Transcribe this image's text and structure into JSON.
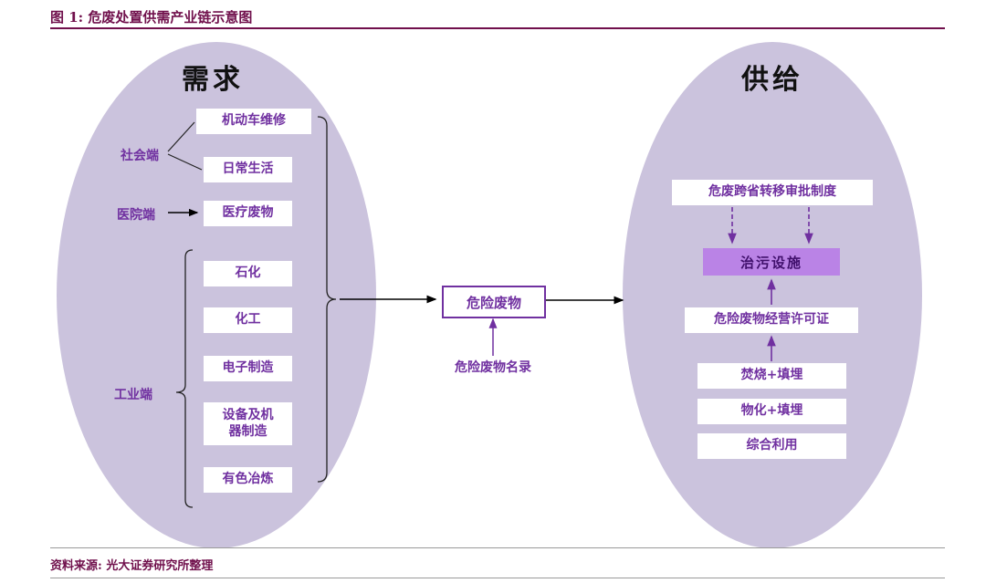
{
  "title": "图 1: 危废处置供需产业链示意图",
  "source": "资料来源: 光大证券研究所整理",
  "colors": {
    "accent": "#70104C",
    "purple_text": "#7030A0",
    "ellipse_fill": "#CBC3DD",
    "highlight_fill": "#BA83E6"
  },
  "demand": {
    "label": "需求",
    "social": {
      "label": "社会端",
      "items": [
        "机动车维修",
        "日常生活"
      ]
    },
    "hospital": {
      "label": "医院端",
      "item": "医疗废物"
    },
    "industrial": {
      "label": "工业端",
      "items": [
        "石化",
        "化工",
        "电子制造",
        "设备及机\n器制造",
        "有色冶炼"
      ]
    }
  },
  "center": {
    "box": "危险废物",
    "catalog": "危险废物名录"
  },
  "supply": {
    "label": "供给",
    "policy": "危废跨省转移审批制度",
    "facility": "治污设施",
    "license": "危险废物经营许可证",
    "methods": [
      "焚烧+填埋",
      "物化+填埋",
      "综合利用"
    ]
  }
}
